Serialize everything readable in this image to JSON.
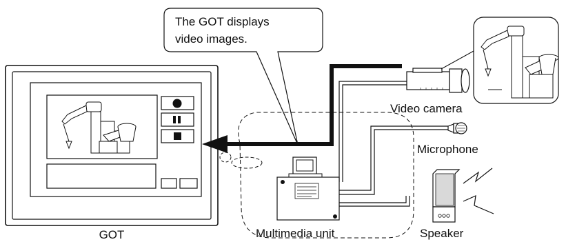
{
  "callout": {
    "line1": "The GOT displays",
    "line2": "video images."
  },
  "labels": {
    "got": "GOT",
    "video_camera": "Video camera",
    "microphone": "Microphone",
    "multimedia_unit": "Multimedia unit",
    "speaker": "Speaker"
  },
  "icons": [
    "record-icon",
    "pause-icon",
    "stop-icon",
    "robot-arm-image",
    "lightning-icon"
  ],
  "colors": {
    "line": "#111111",
    "background": "#ffffff",
    "speaker_panel": "#d9d9d9"
  }
}
